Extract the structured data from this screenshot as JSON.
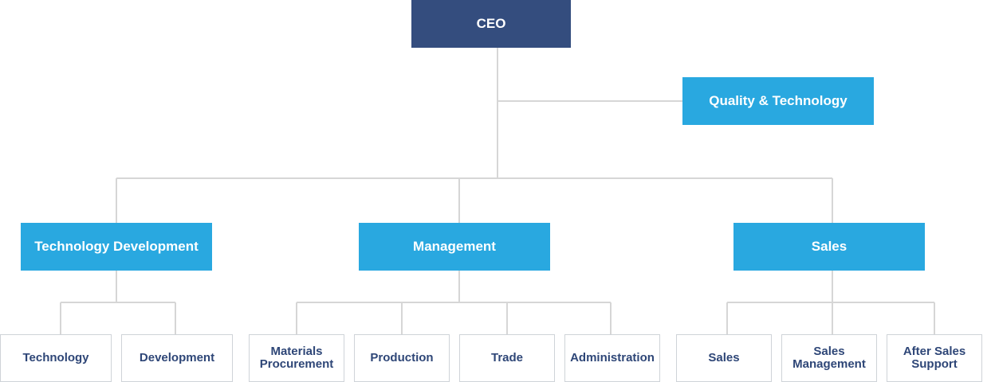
{
  "org_chart": {
    "root": {
      "label": "CEO"
    },
    "staff": {
      "label": "Quality & Technology"
    },
    "departments": [
      {
        "label": "Technology Development",
        "units": [
          {
            "lines": [
              "Technology"
            ]
          },
          {
            "lines": [
              "Development"
            ]
          }
        ]
      },
      {
        "label": "Management",
        "units": [
          {
            "lines": [
              "Materials",
              "Procurement"
            ]
          },
          {
            "lines": [
              "Production"
            ]
          },
          {
            "lines": [
              "Trade"
            ]
          },
          {
            "lines": [
              "Administration"
            ]
          }
        ]
      },
      {
        "label": "Sales",
        "units": [
          {
            "lines": [
              "Sales"
            ]
          },
          {
            "lines": [
              "Sales",
              "Management"
            ]
          },
          {
            "lines": [
              "After Sales",
              "Support"
            ]
          }
        ]
      }
    ]
  },
  "colors": {
    "root": "#344d7e",
    "department": "#29a8e0",
    "unit_text": "#2e4677",
    "unit_border": "#cfd3d8",
    "connector": "#d6d6d6"
  }
}
